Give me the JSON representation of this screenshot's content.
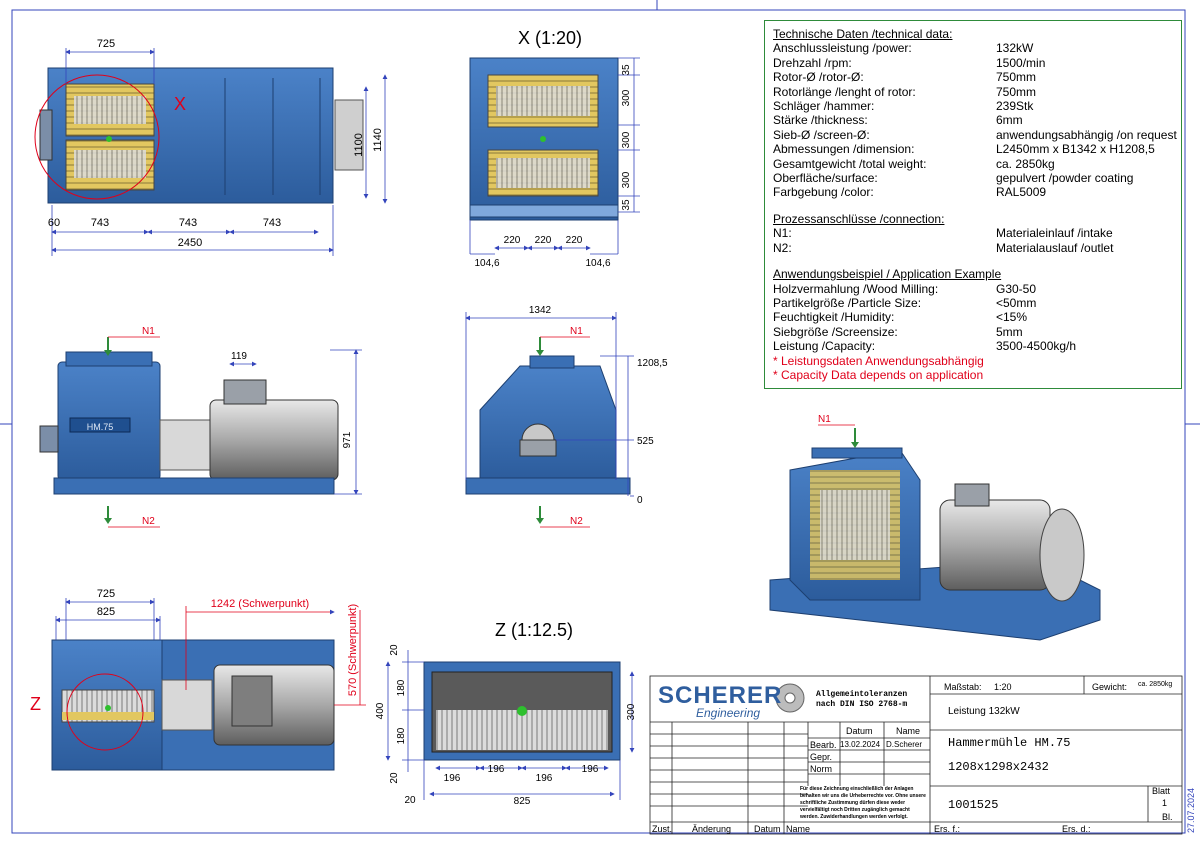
{
  "views": {
    "x_title": "X (1:20)",
    "z_title": "Z (1:12.5)",
    "x_marker": "X",
    "z_marker": "Z"
  },
  "colors": {
    "machine_blue": "#3a6fb4",
    "frame_blue": "#2f5e9e",
    "dim": "#3344bb",
    "green": "#2e8b3a",
    "red": "#e0001a",
    "screen_yellow": "#e2c760"
  },
  "dims_top": {
    "d725": "725",
    "d60": "60",
    "d743a": "743",
    "d743b": "743",
    "d743c": "743",
    "d2450": "2450",
    "d1100": "1100",
    "d1140": "1140"
  },
  "dims_x": {
    "d35a": "35",
    "d300a": "300",
    "d300b": "300",
    "d300c": "300",
    "d35b": "35",
    "d220a": "220",
    "d220b": "220",
    "d220c": "220",
    "d1046a": "104,6",
    "d1046b": "104,6"
  },
  "dims_side": {
    "d119": "119",
    "d971": "971",
    "n1": "N1",
    "n2": "N2",
    "plate": "HM.75"
  },
  "dims_front": {
    "d1342": "1342",
    "d12085": "1208,5",
    "d525": "525",
    "d0": "0",
    "n1": "N1",
    "n2": "N2"
  },
  "dims_iso": {
    "n1": "N1"
  },
  "dims_bottom": {
    "d725": "725",
    "d825": "825",
    "d1242": "1242 (Schwerpunkt)",
    "d570": "570 (Schwerpunkt)"
  },
  "dims_z": {
    "d20a": "20",
    "d180a": "180",
    "d180b": "180",
    "d400": "400",
    "d20b": "20",
    "d300": "300",
    "d196a": "196",
    "d196b": "196",
    "d196c": "196",
    "d196d": "196",
    "d20c": "20",
    "d825": "825"
  },
  "spec": {
    "tech_header": "Technische Daten /technical data:",
    "tech": [
      {
        "k": "Anschlussleistung /power:",
        "v": "132kW"
      },
      {
        "k": "Drehzahl /rpm:",
        "v": "1500/min"
      },
      {
        "k": "Rotor-Ø /rotor-Ø:",
        "v": "750mm"
      },
      {
        "k": "Rotorlänge /lenght of rotor:",
        "v": "750mm"
      },
      {
        "k": "Schläger /hammer:",
        "v": "239Stk"
      },
      {
        "k": "Stärke /thickness:",
        "v": "6mm"
      },
      {
        "k": "Sieb-Ø /screen-Ø:",
        "v": "anwendungsabhängig /on request"
      },
      {
        "k": "Abmessungen /dimension:",
        "v": "L2450mm x B1342 x H1208,5"
      },
      {
        "k": "Gesamtgewicht /total weight:",
        "v": "ca. 2850kg"
      },
      {
        "k": "Oberfläche/surface:",
        "v": "gepulvert /powder coating"
      },
      {
        "k": "Farbgebung /color:",
        "v": "RAL5009"
      }
    ],
    "conn_header": "Prozessanschlüsse /connection:",
    "conn": [
      {
        "k": "N1:",
        "v": "Materialeinlauf /intake"
      },
      {
        "k": "N2:",
        "v": "Materialauslauf /outlet"
      }
    ],
    "app_header": "Anwendungsbeispiel / Application Example",
    "app": [
      {
        "k": "Holzvermahlung /Wood Milling:",
        "v": "G30-50"
      },
      {
        "k": "Partikelgröße /Particle Size:",
        "v": "<50mm"
      },
      {
        "k": "Feuchtigkeit /Humidity:",
        "v": "<15%"
      },
      {
        "k": "Siebgröße /Screensize:",
        "v": "5mm"
      },
      {
        "k": "Leistung /Capacity:",
        "v": "3500-4500kg/h"
      }
    ],
    "note_de": "* Leistungsdaten Anwendungsabhängig",
    "note_en": "* Capacity Data depends on application"
  },
  "title_block": {
    "logo_main": "SCHERER",
    "logo_sub": "Engineering",
    "tolerance": "Allgemeintoleranzen nach DIN ISO 2768-m",
    "scale_label": "Maßstab:",
    "scale_value": "1:20",
    "weight_label": "Gewicht:",
    "weight_value": "ca. 2850kg",
    "power": "Leistung 132kW",
    "col_datum": "Datum",
    "col_name": "Name",
    "bearb_label": "Bearb.",
    "bearb_date": "13.02.2024",
    "bearb_name": "D.Scherer",
    "gepr_label": "Gepr.",
    "norm_label": "Norm",
    "title1": "Hammermühle HM.75",
    "title2": "1208x1298x2432",
    "number": "1001525",
    "blatt_label": "Blatt",
    "blatt_value": "1",
    "bl_label": "Bl.",
    "legal": "Für diese Zeichnung einschließlich der Anlagen behalten wir uns die Urheberrechte vor. Ohne unsere schriftliche Zustimmung dürfen diese weder vervielfältigt noch Dritten zugänglich gemacht werden. Zuwiderhandlungen werden verfolgt.",
    "zust": "Zust.",
    "aenderung": "Änderung",
    "datum2": "Datum",
    "name2": "Name",
    "ers_f": "Ers. f.:",
    "ers_d": "Ers. d.:",
    "side_date": "27.07.2024"
  }
}
